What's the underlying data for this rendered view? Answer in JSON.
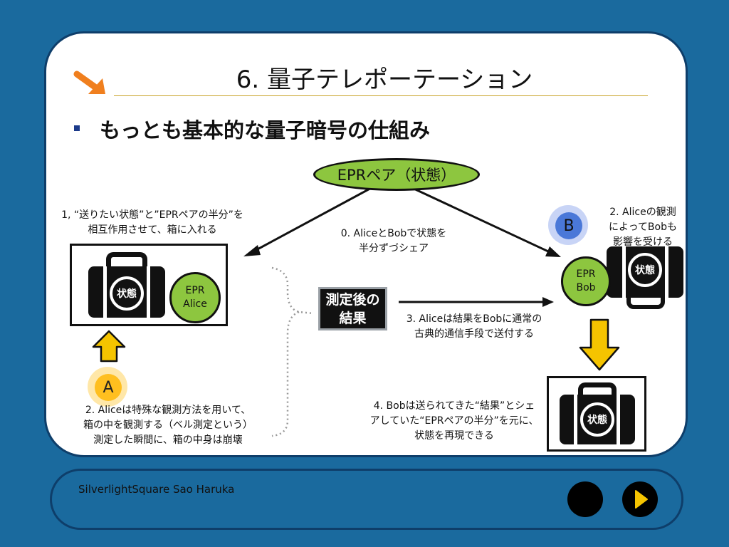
{
  "slide": {
    "title": "6. 量子テレポーテーション",
    "bullet": "もっとも基本的な量子暗号の仕組み"
  },
  "epr_pair": {
    "label": "EPRペア（状態）"
  },
  "share_label": [
    "0. AliceとBobで状態を",
    "半分ずづシェア"
  ],
  "step1": [
    "1, “送りたい状態”と”EPRペアの半分”を",
    "相互作用させて、箱に入れる"
  ],
  "step2": [
    "2. Aliceは特殊な観測方法を用いて、",
    "箱の中を観測する（ベル測定という）",
    "測定した瞬間に、箱の中身は崩壊"
  ],
  "step2_bob": [
    "2. Aliceの観測",
    "によってBobも",
    "影響を受ける"
  ],
  "step3": [
    "3. Aliceは結果をBobに通常の",
    "古典的通信手段で送付する"
  ],
  "step4": [
    "4. Bobは送られてきた“結果”とシェ",
    "アしていた“EPRペアの半分”を元に、",
    "状態を再現できる"
  ],
  "result_box": [
    "測定後の",
    "結果"
  ],
  "state_label": "状態",
  "alice": {
    "badge": "A",
    "epr_lines": [
      "EPR",
      "Alice"
    ]
  },
  "bob": {
    "badge": "B",
    "epr_lines": [
      "EPR",
      "Bob"
    ]
  },
  "footer": {
    "credit": "SilverlightSquare Sao Haruka"
  },
  "colors": {
    "background": "#1a6a9e",
    "green": "#8dc63f",
    "orange_arrow": "#f07f1e",
    "yellow_arrow": "#f5c400",
    "badge_blue": "#4a78d8"
  },
  "icons": {
    "title_arrow": "orange-arrow-icon",
    "nav_prev": "circle-icon",
    "nav_next": "play-icon"
  }
}
